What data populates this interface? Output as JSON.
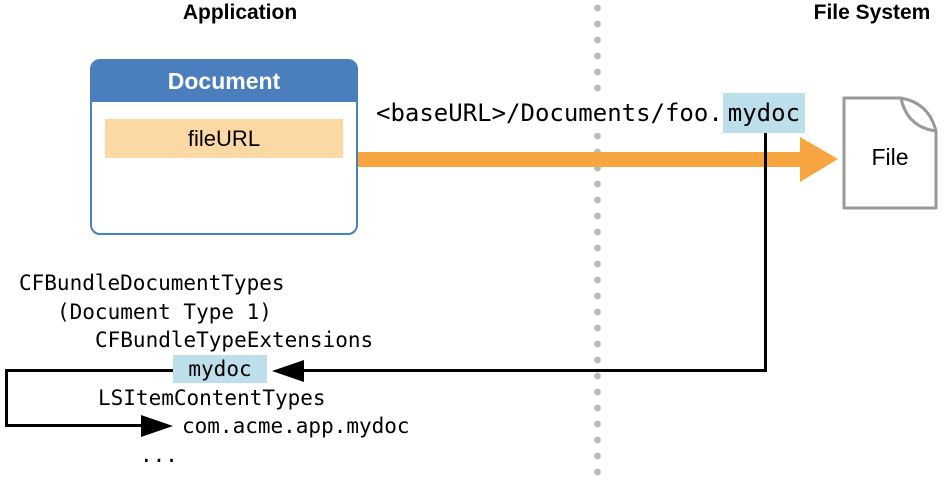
{
  "headers": {
    "left": "Application",
    "right": "File System"
  },
  "document_box": {
    "title": "Document",
    "field_label": "fileURL"
  },
  "file_path": {
    "prefix": "<baseURL>/Documents/foo.",
    "extension": "mydoc"
  },
  "file_icon": {
    "label": "File",
    "icon": "document-folded-corner-icon"
  },
  "plist": {
    "lines": {
      "l1": "CFBundleDocumentTypes",
      "l2": "(Document Type 1)",
      "l3": "CFBundleTypeExtensions",
      "l4": "mydoc",
      "l5": "LSItemContentTypes",
      "l6": "com.acme.app.mydoc",
      "l7": "..."
    }
  },
  "colors": {
    "header_blue": "#4A7EBD",
    "peach": "#FBD8A4",
    "arrow_orange": "#F6A541",
    "highlight_blue": "#BDDEEB",
    "dot_gray": "#BBBBBB",
    "file_border_gray": "#999999"
  }
}
